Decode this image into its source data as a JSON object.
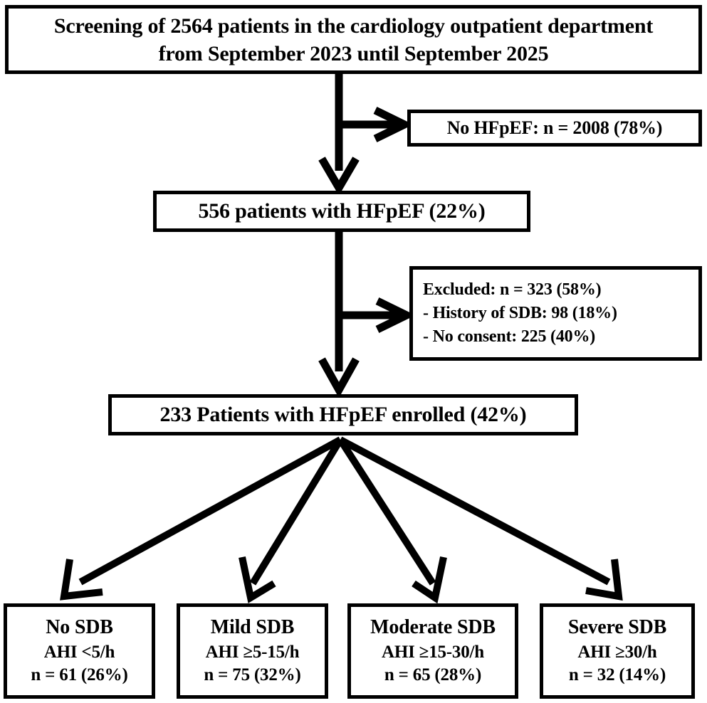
{
  "figure": {
    "type": "flowchart",
    "title": "Patient screening and enrollment flow diagram",
    "colors": {
      "stroke": "#000000",
      "fill": "#ffffff",
      "text": "#000000"
    }
  },
  "nodes": {
    "screening": {
      "line1": "Screening of 2564 patients in the cardiology outpatient department",
      "line2": "from September 2023 until September 2025",
      "count": 2564
    },
    "no_hfpef": {
      "text": "No HFpEF: n = 2008 (78%)",
      "count": 2008,
      "percent": 78
    },
    "hfpef": {
      "text": "556 patients with HFpEF (22%)",
      "count": 556,
      "percent": 22
    },
    "excluded": {
      "line1": "Excluded:  n = 323 (58%)",
      "line2": "- History of SDB: 98 (18%)",
      "line3": "- No consent:   225 (40%)",
      "count": 323,
      "percent": 58
    },
    "enrolled": {
      "text": "233 Patients with HFpEF enrolled (42%)",
      "count": 233,
      "percent": 42
    }
  },
  "groups": [
    {
      "key": "no_sdb",
      "title": "No SDB",
      "criterion": "AHI <5/h",
      "count_text": "n = 61 (26%)",
      "count": 61,
      "percent": 26
    },
    {
      "key": "mild_sdb",
      "title": "Mild SDB",
      "criterion": "AHI ≥5-15/h",
      "count_text": "n = 75 (32%)",
      "count": 75,
      "percent": 32
    },
    {
      "key": "moderate_sdb",
      "title": "Moderate SDB",
      "criterion": "AHI ≥15-30/h",
      "count_text": "n =  65 (28%)",
      "count": 65,
      "percent": 28
    },
    {
      "key": "severe_sdb",
      "title": "Severe SDB",
      "criterion": "AHI ≥30/h",
      "count_text": "n = 32 (14%)",
      "count": 32,
      "percent": 14
    }
  ]
}
